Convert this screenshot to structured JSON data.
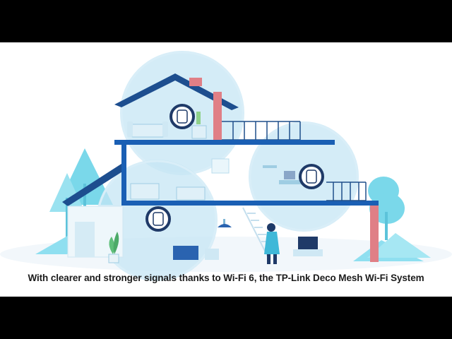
{
  "video": {
    "caption": "With clearer and stronger signals thanks to Wi-Fi 6, the TP-Link Deco Mesh Wi-Fi System"
  },
  "colors": {
    "background": "#ffffff",
    "letterbox": "#000000",
    "wall": "#1a5fb4",
    "roof": "#1d4e8f",
    "chimney": "#e07f86",
    "tree": "#6fd3e8",
    "signal_bubble": "#bfe2f3",
    "deco_ring": "#1f3a68",
    "caption_text": "#1b1b1b"
  },
  "icons": [
    "deco-router-icon",
    "house-illustration",
    "wifi-signal-bubble",
    "person-icon",
    "tree-icon"
  ]
}
